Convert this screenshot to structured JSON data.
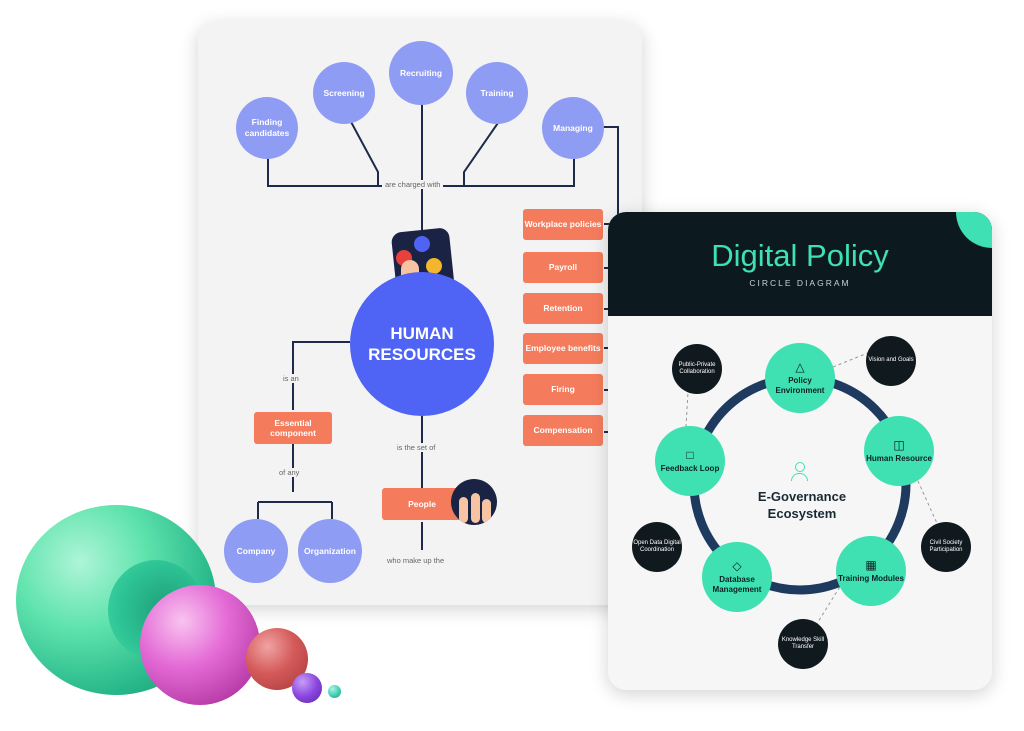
{
  "hr_map": {
    "hub": "HUMAN RESOURCES",
    "top_bubbles": [
      "Finding candidates",
      "Screening",
      "Recruiting",
      "Training",
      "Managing"
    ],
    "managing_items": [
      "Workplace policies",
      "Payroll",
      "Retention",
      "Employee benefits",
      "Firing",
      "Compensation"
    ],
    "labels": {
      "charged": "are charged with",
      "is_an": "is an",
      "of_any": "of any",
      "set_of": "is the set of",
      "make_up": "who make up the"
    },
    "essential": "Essential component",
    "company": "Company",
    "organization": "Organization",
    "people": "People",
    "colors": {
      "bubble": "#8f9cf3",
      "hub": "#4f64f5",
      "orange": "#f47c5c",
      "line": "#1e2a4a"
    }
  },
  "digital_policy": {
    "title": "Digital Policy",
    "subtitle": "CIRCLE DIAGRAM",
    "center": "E-Governance Ecosystem",
    "nodes": [
      {
        "label": "Policy Environment",
        "icon": "triad-icon"
      },
      {
        "label": "Human Resource",
        "icon": "document-icon"
      },
      {
        "label": "Training Modules",
        "icon": "chart-icon"
      },
      {
        "label": "Database Management",
        "icon": "layers-icon"
      },
      {
        "label": "Feedback Loop",
        "icon": "chat-icon"
      }
    ],
    "satellites": [
      "Vision and Goals",
      "Civil Society Participation",
      "Knowledge Skill Transfer",
      "Open Data Digital Coordination",
      "Public-Private Collaboration"
    ],
    "colors": {
      "header": "#0c1a20",
      "accent": "#3ee0b4",
      "ring": "#1e3a5f",
      "satellite": "#10191e"
    }
  }
}
